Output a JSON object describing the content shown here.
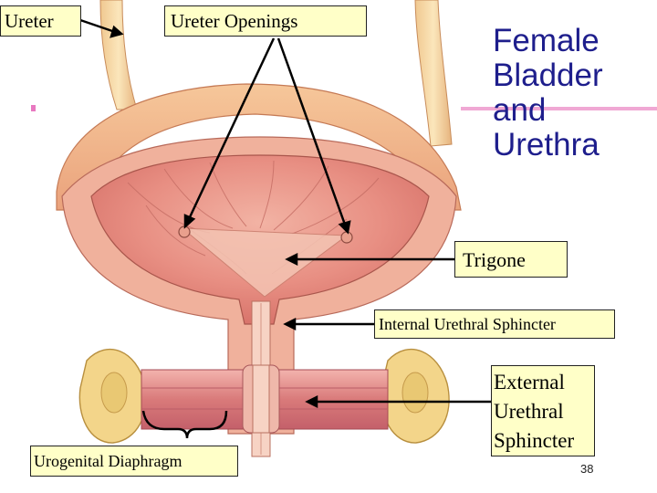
{
  "title": "Female\nBladder\nand\nUrethra",
  "labels": {
    "ureter": "Ureter",
    "ureter_openings": "Ureter Openings",
    "trigone": "Trigone",
    "internal_sphincter": "Internal Urethral Sphincter",
    "external_sphincter": "External\nUrethral\nSphincter",
    "urogenital_diaphragm": "Urogenital Diaphragm"
  },
  "page_number": "38",
  "colors": {
    "label_bg": "#ffffc8",
    "title": "#1e1e8c",
    "accent": "#f0a8d4"
  }
}
